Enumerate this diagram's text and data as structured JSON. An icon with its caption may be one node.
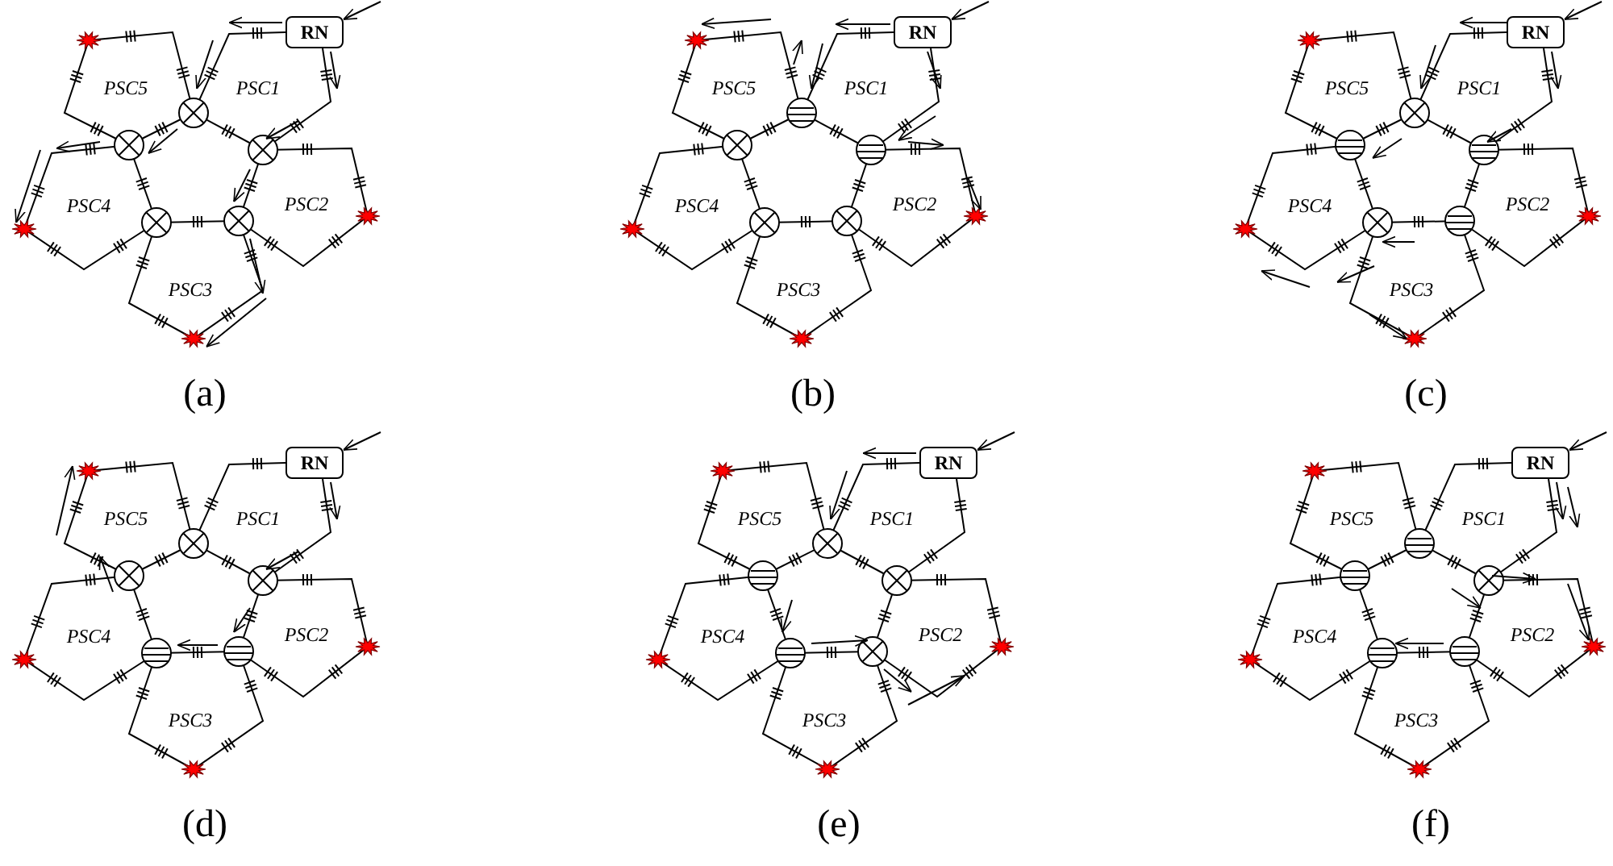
{
  "diagram": {
    "nodes": [
      {
        "text": [
          "RN"
        ]
      },
      {
        "text": [
          "RN"
        ]
      },
      {
        "text": [
          "RN"
        ]
      },
      {
        "text": [
          "RN"
        ]
      },
      {
        "text": [
          "RN"
        ]
      },
      {
        "text": [
          "RN"
        ]
      }
    ],
    "edges": [
      {
        "from": null,
        "to": 0,
        "arrow": "to"
      },
      {
        "from": null,
        "to": 1,
        "arrow": "to"
      },
      {
        "from": null,
        "to": 2,
        "arrow": "to"
      },
      {
        "from": null,
        "to": 3,
        "arrow": "to"
      },
      {
        "from": null,
        "to": 4,
        "arrow": "to"
      },
      {
        "from": null,
        "to": 5,
        "arrow": "to"
      }
    ],
    "labels": [
      "PSC5",
      "PSC1",
      "PSC4",
      "PSC2",
      "PSC3",
      "(a)",
      "PSC5",
      "PSC1",
      "PSC4",
      "PSC2",
      "PSC3",
      "(b)",
      "PSC5",
      "PSC1",
      "PSC4",
      "PSC2",
      "PSC3",
      "(c)",
      "PSC5",
      "PSC1",
      "PSC4",
      "PSC2",
      "PSC3",
      "(d)",
      "PSC5",
      "PSC1",
      "PSC4",
      "PSC2",
      "PSC3",
      "(e)",
      "PSC5",
      "PSC1",
      "PSC4",
      "PSC2",
      "PSC3",
      "(f)"
    ]
  }
}
